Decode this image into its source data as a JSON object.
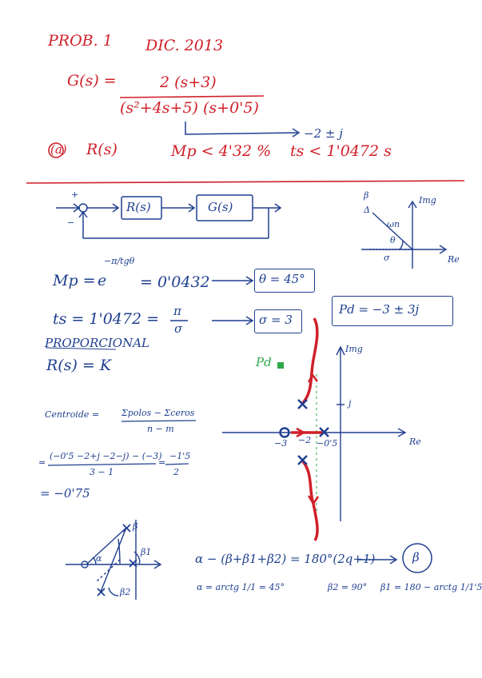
{
  "header": {
    "title": "PROB. 1",
    "date": "DIC. 2013",
    "g_lhs": "G(s) =",
    "g_num": "2 (s+3)",
    "g_den": "(s²+4s+5) (s+0'5)",
    "roots": "−2 ± j",
    "part_a": "(a)",
    "r_s": "R(s)",
    "mp_spec": "Mp < 4'32 %",
    "ts_spec": "ts < 1'0472 s"
  },
  "block": {
    "plus": "+",
    "minus": "−",
    "r_block": "R(s)",
    "g_block": "G(s)"
  },
  "formulas": {
    "mp_lhs": "Mp =",
    "mp_base": "e",
    "mp_exp": "−π/tgθ",
    "mp_val": "= 0'0432",
    "theta_box": "θ = 45°",
    "ts_lhs": "ts = 1'0472 =",
    "ts_pi": "π",
    "ts_sigma": "σ",
    "sigma_box": "σ = 3",
    "pd_box": "Pd = −3 ± 3j"
  },
  "splane_small": {
    "beta": "β",
    "delta": "Δ",
    "img": "Img",
    "re": "Re",
    "wn": "ωn",
    "theta": "θ",
    "sigma": "σ"
  },
  "proportional": {
    "heading": "PROPORCIONAL",
    "rk": "R(s) = K"
  },
  "centroid": {
    "label": "Centroide =",
    "num": "Σpolos − Σceros",
    "den": "n − m",
    "line2_num": "(−0'5 −2+j −2−j) − (−3)",
    "line2_den": "3 − 1",
    "line2_eq": "=",
    "line2_res_num": "−1'5",
    "line2_res_den": "2",
    "line3": "= −0'75"
  },
  "locus": {
    "pd": "Pd",
    "img": "Img",
    "re": "Re",
    "j": "j",
    "m3": "−3",
    "m2": "−2",
    "m05": "−0'5"
  },
  "angle": {
    "alpha": "α",
    "beta": "β",
    "beta1": "β1",
    "beta2": "β2",
    "eq": "α − (β+β1+β2) = 180°(2q+1)",
    "circle_beta": "β",
    "alpha_eq": "α = arctg 1/1 = 45°",
    "beta2_eq": "β2 = 90°",
    "beta1_eq": "β1 = 180 − arctg 1/1'5"
  },
  "colors": {
    "ink_blue": "#1f3f8f",
    "ink_red": "#d0202a",
    "pd_marker": "#2ea84a"
  }
}
